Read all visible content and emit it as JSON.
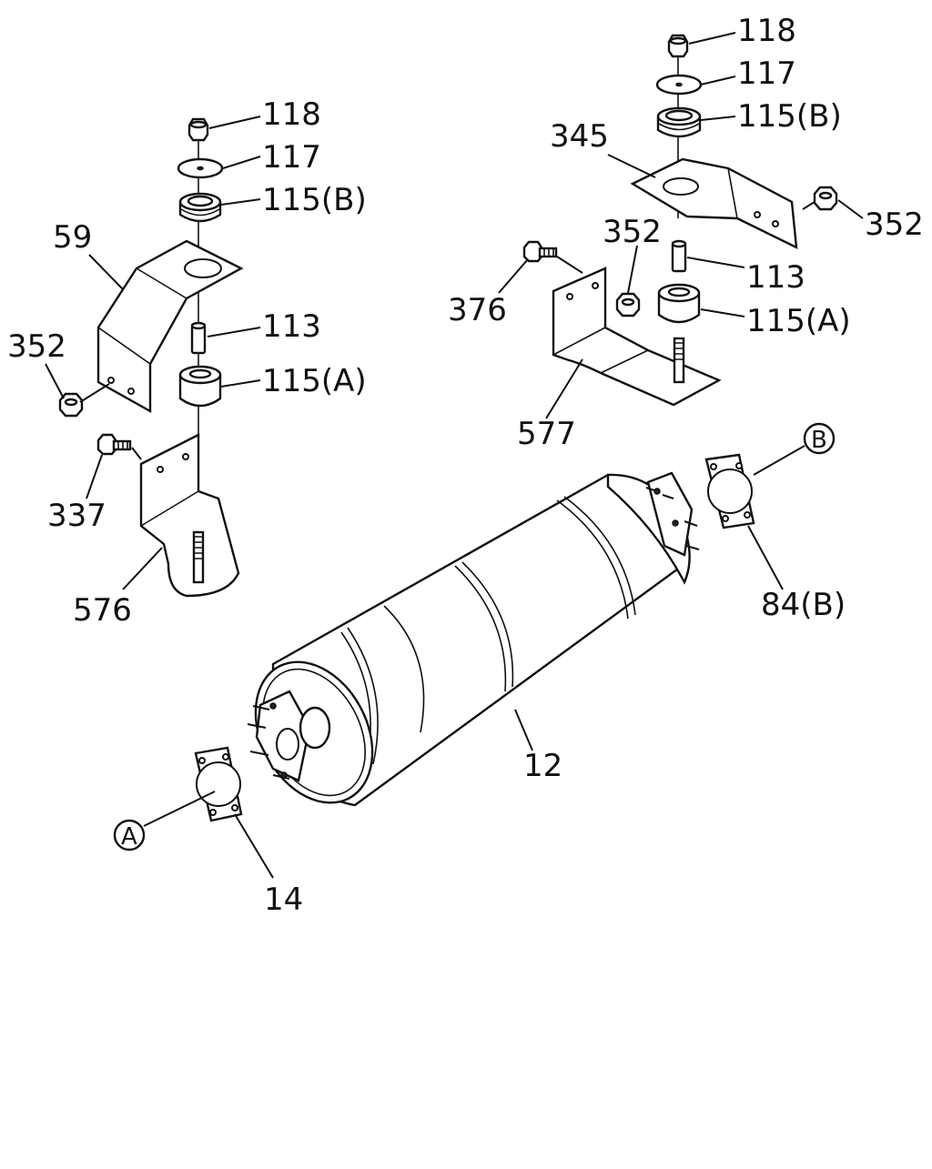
{
  "labels": {
    "l118": "118",
    "l117": "117",
    "l115b": "115(B)",
    "l59": "59",
    "l113": "113",
    "l352": "352",
    "l115a": "115(A)",
    "l337": "337",
    "l576": "576",
    "r118": "118",
    "r117": "117",
    "r115b": "115(B)",
    "r345": "345",
    "r352a": "352",
    "r352b": "352",
    "r376": "376",
    "r113": "113",
    "r115a": "115(A)",
    "r577": "577",
    "cB": "B",
    "p84b": "84(B)",
    "p12": "12",
    "cA": "A",
    "p14": "14"
  }
}
